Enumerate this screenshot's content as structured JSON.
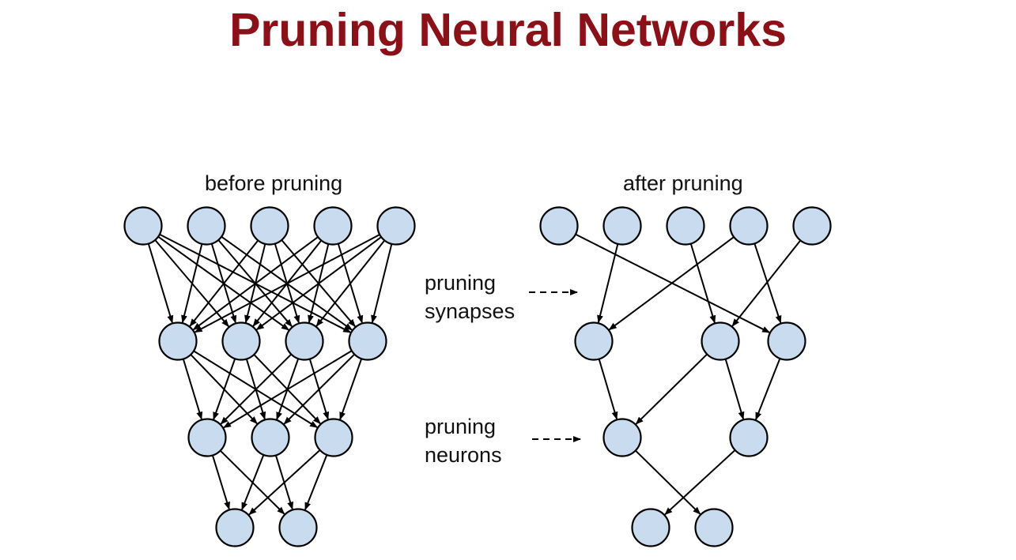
{
  "title": "Pruning Neural Networks",
  "before": {
    "caption": "before pruning"
  },
  "after": {
    "caption": "after pruning"
  },
  "annotations": {
    "synapses": {
      "line1": "pruning",
      "line2": "synapses"
    },
    "neurons": {
      "line1": "pruning",
      "line2": "neurons"
    }
  },
  "colors": {
    "title": "#8b1118",
    "node_fill": "#c9dcef",
    "stroke": "#000000"
  },
  "network_before": {
    "layer_sizes": [
      5,
      4,
      3,
      2
    ],
    "connectivity": "fully-connected"
  },
  "network_after": {
    "layer_sizes": [
      5,
      3,
      2,
      2
    ],
    "connections": [
      [
        0,
        0,
        2
      ],
      [
        0,
        1,
        0
      ],
      [
        0,
        2,
        1
      ],
      [
        0,
        3,
        0
      ],
      [
        0,
        3,
        2
      ],
      [
        0,
        4,
        1
      ],
      [
        1,
        0,
        0
      ],
      [
        1,
        1,
        0
      ],
      [
        1,
        1,
        1
      ],
      [
        1,
        2,
        1
      ],
      [
        2,
        0,
        1
      ],
      [
        2,
        1,
        0
      ]
    ]
  }
}
